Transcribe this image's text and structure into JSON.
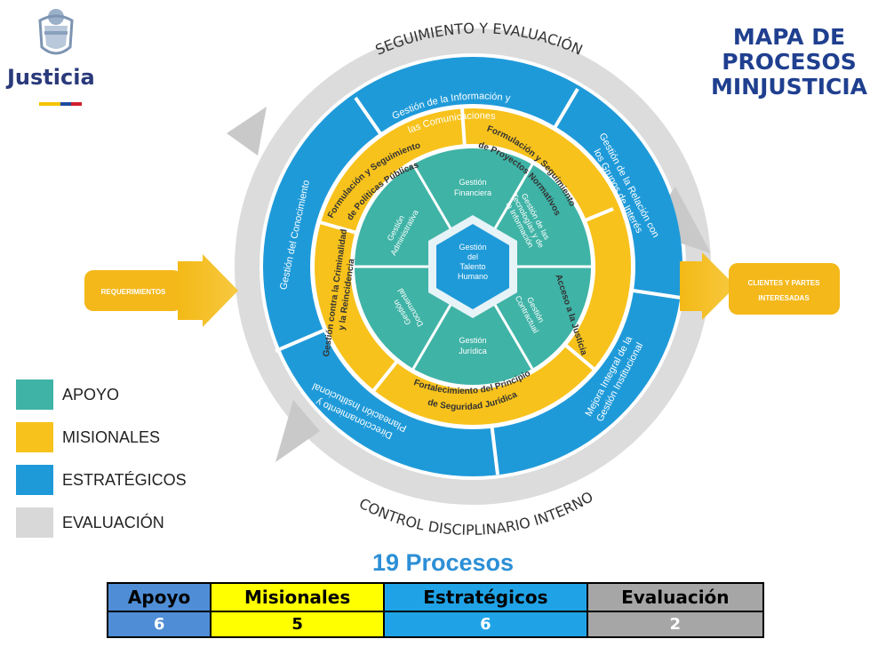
{
  "logo": {
    "text": "Justicia"
  },
  "title": {
    "line1": "MAPA DE",
    "line2": "PROCESOS",
    "line3": "MINJUSTICIA"
  },
  "diagram": {
    "outer_ring": {
      "top": "SEGUIMIENTO Y EVALUACIÓN",
      "bottom": "CONTROL DISCIPLINARIO INTERNO"
    },
    "input": "REQUERIMIENTOS",
    "output_line1": "CLIENTES Y PARTES",
    "output_line2": "INTERESADAS",
    "strategic": {
      "info_1": "Gestión de la Información y",
      "info_2": "las Comunicaciones",
      "relacion_1": "Gestión de la Relación con",
      "relacion_2": "los Grupos de Interés",
      "mejora_1": "Mejora Integral de la",
      "mejora_2": "Gestión Institucional",
      "direc_1": "Direccionamiento y",
      "direc_2": "Planeación Institucional",
      "conocimiento": "Gestión del Conocimiento"
    },
    "missional": {
      "politicas_1": "Formulación y Seguimiento",
      "politicas_2": "de Políticas Públicas",
      "normativos_1": "Formulación y Seguimiento",
      "normativos_2": "de Proyectos Normativos",
      "acceso": "Acceso a la Justicia",
      "seguridad_1": "Fortalecimiento del Principio",
      "seguridad_2": "de Seguridad Jurídica",
      "criminalidad_1": "Gestión contra la Criminalidad",
      "criminalidad_2": "y la Reincidencia"
    },
    "support": {
      "financiera_1": "Gestión",
      "financiera_2": "Financiera",
      "tec_1": "Gestión de las",
      "tec_2": "Tecnologías y de",
      "tec_3": "la Información",
      "contractual_1": "Gestión",
      "contractual_2": "Contractual",
      "juridica_1": "Gestión",
      "juridica_2": "Jurídica",
      "documental_1": "Gestión",
      "documental_2": "Documental",
      "administrativa_1": "Gestión",
      "administrativa_2": "Administrativa"
    },
    "center_1": "Gestión",
    "center_2": "del",
    "center_3": "Talento",
    "center_4": "Humano"
  },
  "legend": [
    {
      "label": "APOYO",
      "color": "#3fb3a6"
    },
    {
      "label": "MISIONALES",
      "color": "#f7c21c"
    },
    {
      "label": "ESTRATÉGICOS",
      "color": "#1f9ad9"
    },
    {
      "label": "EVALUACIÓN",
      "color": "#d8d8d8"
    }
  ],
  "summary": {
    "title": "19 Procesos",
    "headers": [
      "Apoyo",
      "Misionales",
      "Estratégicos",
      "Evaluación"
    ],
    "values": [
      "6",
      "5",
      "6",
      "2"
    ],
    "header_colors": [
      "#4f8ed6",
      "#ffff00",
      "#1fa3e6",
      "#a6a6a6"
    ],
    "value_colors": [
      "#4f8ed6",
      "#ffff00",
      "#1fa3e6",
      "#a6a6a6"
    ]
  }
}
